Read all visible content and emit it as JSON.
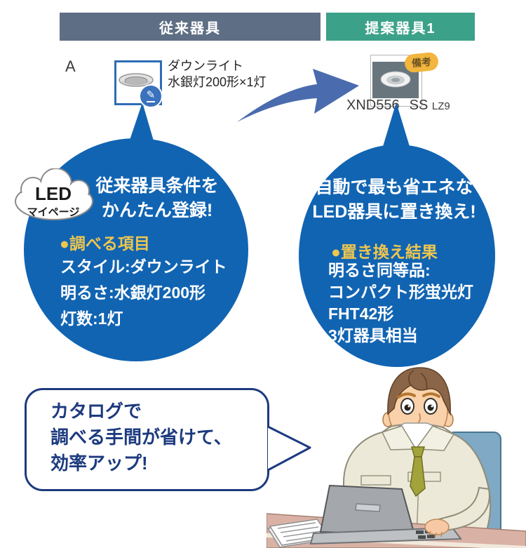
{
  "comparison": {
    "conventional_header": "従来器具",
    "proposed_header": "提案器具1",
    "row_label": "A",
    "conventional_item": {
      "name": "ダウンライト",
      "spec": "水銀灯200形×1灯"
    },
    "proposed_item": {
      "remark_badge": "備考",
      "model_prefix": "XND556",
      "model_mid": "SS",
      "model_suffix": "LZ9"
    }
  },
  "cloud_badge": {
    "line1": "LED",
    "line2": "マイページ"
  },
  "left_bubble": {
    "heading_line1": "従来器具条件を",
    "heading_line2": "かんたん登録!",
    "section_title": "●調べる項目",
    "lines": [
      "スタイル:ダウンライト",
      "明るさ:水銀灯200形",
      "灯数:1灯"
    ]
  },
  "right_bubble": {
    "heading_line1": "自動で最も省エネな",
    "heading_line2": "LED器具に置き換え!",
    "section_title": "●置き換え結果",
    "lines": [
      "明るさ同等品:",
      "コンパクト形蛍光灯",
      "FHT42形",
      "3灯器具相当"
    ]
  },
  "callout": {
    "lines": [
      "カタログで",
      "調べる手間が省けて、",
      "効率アップ!"
    ]
  },
  "colors": {
    "bubble_blue": "#1164b2",
    "header_gray": "#5e6e84",
    "header_teal": "#3ca189",
    "accent_yellow": "#eec64f",
    "badge_yellow": "#f2b53d",
    "navy": "#1c3a7e",
    "arrow_blue": "#4a6cae"
  }
}
